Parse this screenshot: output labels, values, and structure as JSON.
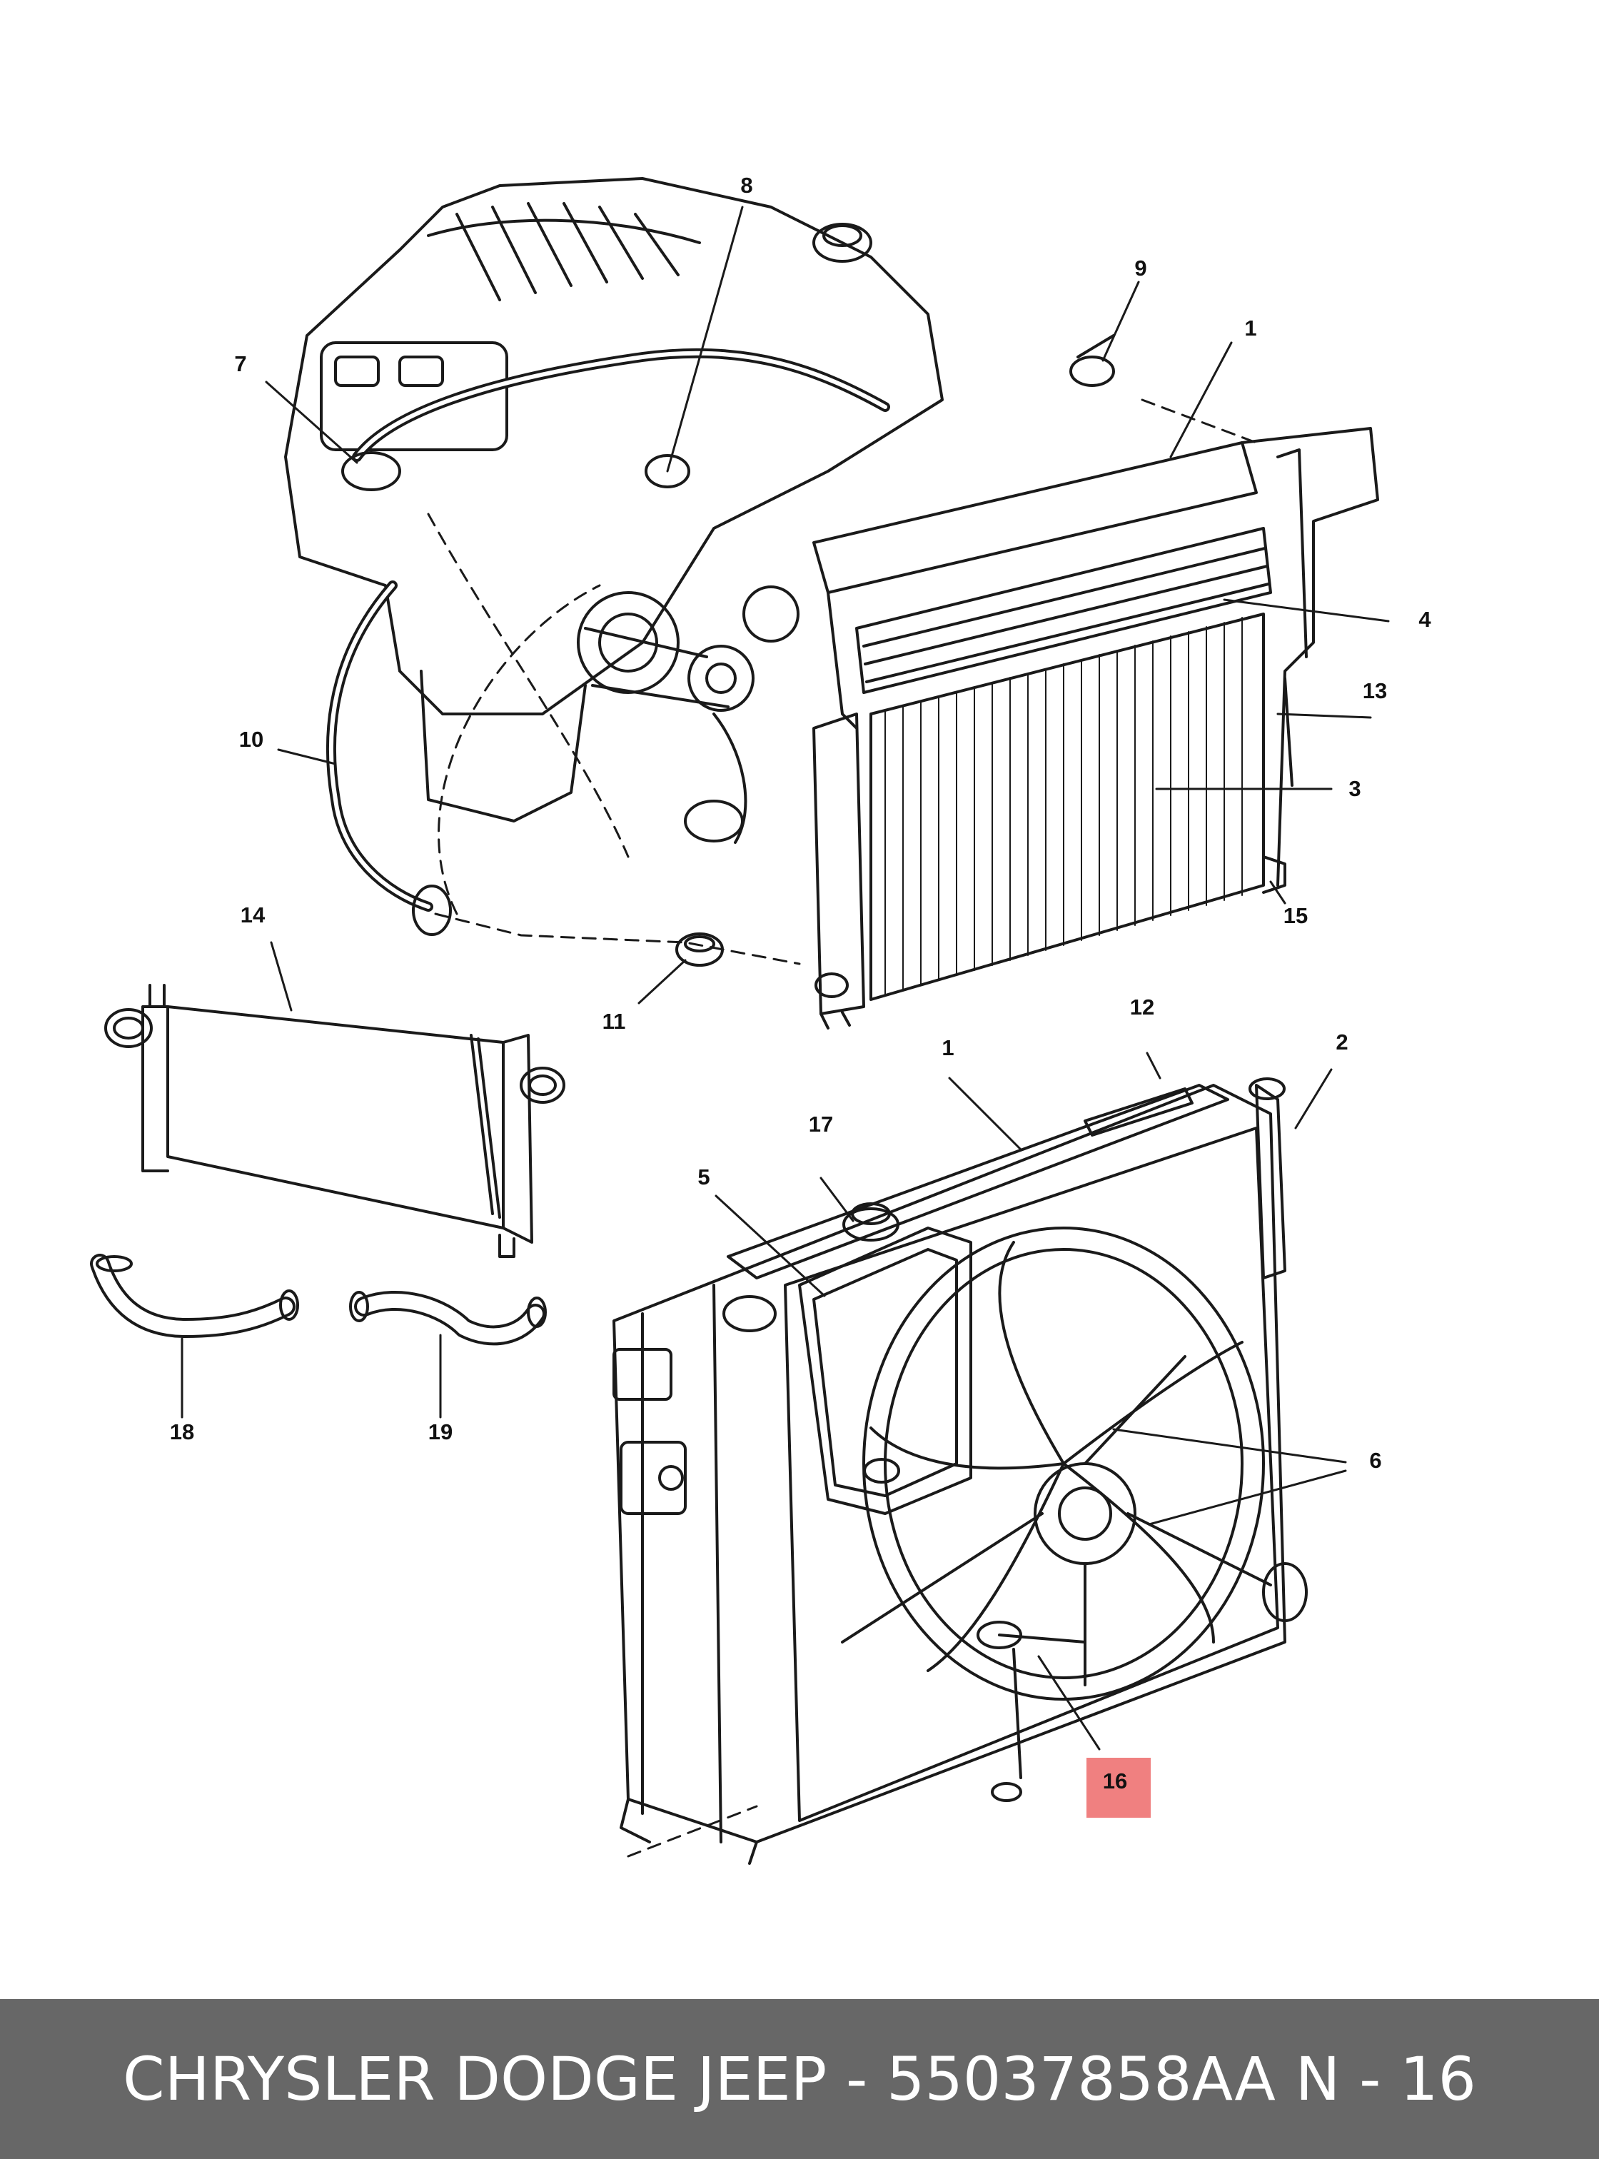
{
  "callouts": {
    "c1_top": "1",
    "c1_bottom": "1",
    "c2": "2",
    "c3": "3",
    "c4": "4",
    "c5": "5",
    "c6": "6",
    "c7": "7",
    "c8": "8",
    "c9": "9",
    "c10": "10",
    "c11": "11",
    "c12": "12",
    "c13": "13",
    "c14": "14",
    "c15": "15",
    "c16": "16",
    "c17": "17",
    "c18": "18",
    "c19": "19"
  },
  "highlight": {
    "callout": "16",
    "color": "#f08080"
  },
  "footer": {
    "title": "CHRYSLER DODGE JEEP - 55037858AA",
    "page": "N - 16",
    "background": "#676767"
  }
}
